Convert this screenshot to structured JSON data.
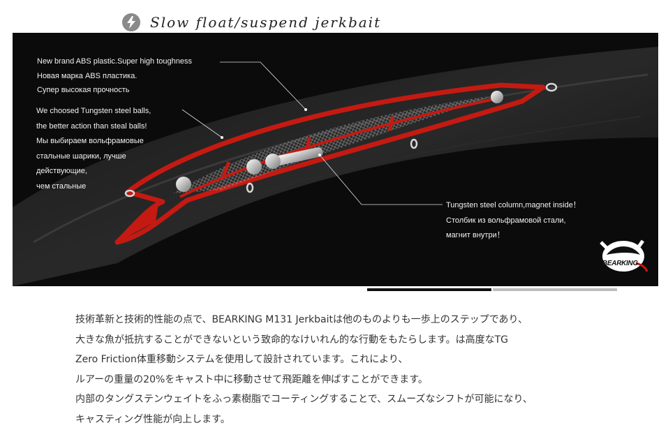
{
  "header": {
    "icon": "lightning-bolt-icon",
    "title": "Slow float/suspend jerkbait"
  },
  "annotations": {
    "abs": [
      "New brand ABS plastic.Super high toughness",
      "Новая марка ABS пластика.",
      "Супер высокая прочность"
    ],
    "balls": [
      "We choosed Tungsten steel balls,",
      "the better action than steal balls!",
      "Мы выбираем вольфрамовые",
      "стальные шарики, лучше",
      "действующие,",
      "чем стальные"
    ],
    "column": [
      "Tungsten steel column,magnet inside！",
      "Столбик из вольфрамовой стали,",
      "магнит внутри！"
    ]
  },
  "logo": {
    "text": "BEARKING"
  },
  "slider": {
    "active_index": 0,
    "count": 2
  },
  "description": [
    "技術革新と技術的性能の点で、BEARKING M131 Jerkbaitは他のものよりも一歩上のステップであり、",
    "大きな魚が抵抗することができないという致命的なけいれん的な行動をもたらします。は高度なTG",
    "Zero Friction体重移動システムを使用して設計されています。これにより、",
    "ルアーの重量の20%をキャスト中に移動させて飛距離を伸ばすことができます。",
    "内部のタングステンウェイトをふっ素樹脂でコーティングすることで、スムーズなシフトが可能になり、",
    "キャスティング性能が向上します。"
  ],
  "colors": {
    "lure_red": "#c41a12",
    "panel_bg": "#0b0b0b",
    "bar_active": "#111111",
    "bar_inactive": "#bdbdbd"
  }
}
